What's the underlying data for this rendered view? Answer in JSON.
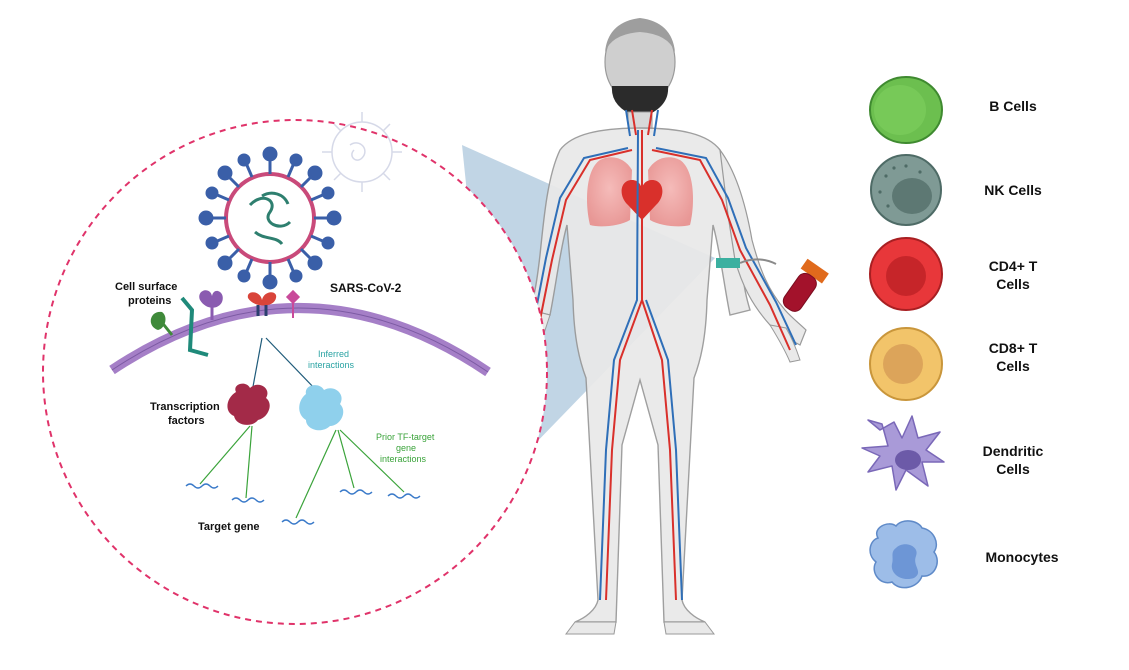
{
  "inset": {
    "virus_label": "SARS-CoV-2",
    "surface_label_line1": "Cell surface",
    "surface_label_line2": "proteins",
    "tf_label_line1": "Transcription",
    "tf_label_line2": "factors",
    "inferred_line1": "Inferred",
    "inferred_line2": "interactions",
    "prior_line1": "Prior TF-target",
    "prior_line2": "gene",
    "prior_line3": "interactions",
    "target_label": "Target gene"
  },
  "cells": [
    {
      "line1": "B Cells",
      "line2": "",
      "color": "#6cbf4f"
    },
    {
      "line1": "NK Cells",
      "line2": "",
      "color": "#6e8c86"
    },
    {
      "line1": "CD4+ T",
      "line2": "Cells",
      "color": "#e8373a"
    },
    {
      "line1": "CD8+ T",
      "line2": "Cells",
      "color": "#f2c46a"
    },
    {
      "line1": "Dendritic",
      "line2": "Cells",
      "color": "#a99ad8"
    },
    {
      "line1": "Monocytes",
      "line2": "",
      "color": "#9dbde8"
    }
  ],
  "colors": {
    "circle_border": "#e0336a",
    "membrane": "#a57fc7",
    "virus": "#3a5fa8",
    "inferred_text": "#2aa3a3",
    "prior_text": "#3aa33a",
    "funnel": "#8eb2cf",
    "artery": "#d9302b",
    "vein": "#2f6fb8"
  }
}
